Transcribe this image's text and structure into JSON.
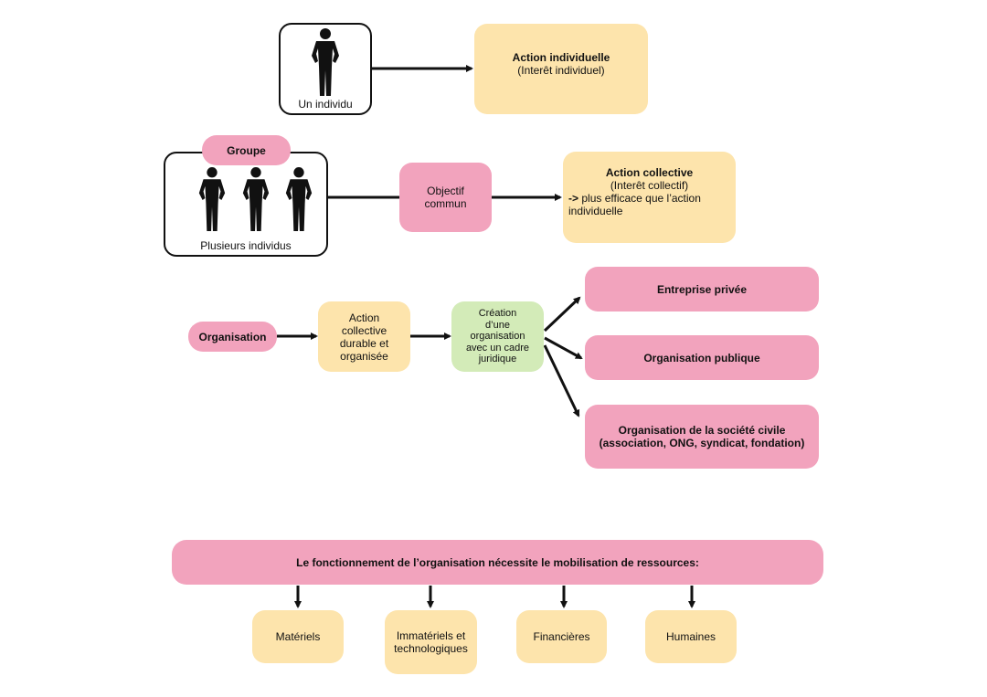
{
  "row1": {
    "individual_label": "Un individu",
    "action_title": "Action individuelle",
    "action_subtitle": "(Interêt individuel)"
  },
  "row2": {
    "group_badge": "Groupe",
    "group_label": "Plusieurs individus",
    "objective_line1": "Objectif",
    "objective_line2": "commun",
    "action_title": "Action collective",
    "action_subtitle": "(Interêt collectif)",
    "action_note_prefix": "->",
    "action_note": " plus efficace que l’action individuelle"
  },
  "row3": {
    "organisation": "Organisation",
    "durable_action": [
      "Action",
      "collective",
      "durable et",
      "organisée"
    ],
    "creation": [
      "Création",
      "d’une",
      "organisation",
      "avec un cadre",
      "juridique"
    ],
    "types": [
      {
        "line1": "Entreprise privée",
        "line2": ""
      },
      {
        "line1": "Organisation publique",
        "line2": ""
      },
      {
        "line1": "Organisation de la société civile",
        "line2": "(association, ONG, syndicat, fondation)"
      }
    ]
  },
  "row4": {
    "banner": "Le fonctionnement de l’organisation nécessite le mobilisation de ressources:",
    "resources": [
      {
        "line1": "Matériels",
        "line2": ""
      },
      {
        "line1": "Immatériels et",
        "line2": "technologiques"
      },
      {
        "line1": "Financières",
        "line2": ""
      },
      {
        "line1": "Humaines",
        "line2": ""
      }
    ]
  },
  "colors": {
    "yellow": "#fde4ac",
    "pink": "#f2a3bd",
    "green": "#d3ebb8",
    "line": "#111111"
  }
}
